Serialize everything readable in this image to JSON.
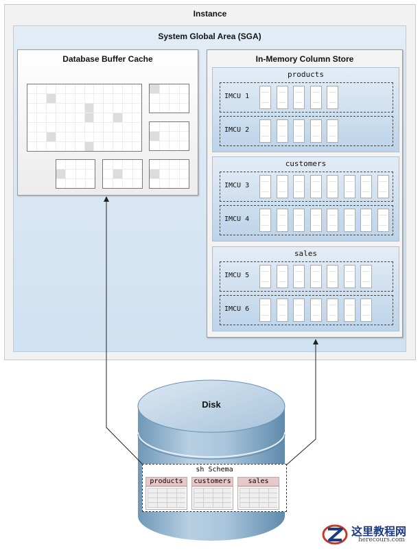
{
  "instance": {
    "title": "Instance"
  },
  "sga": {
    "title": "System Global Area (SGA)"
  },
  "buffer_cache": {
    "title": "Database Buffer Cache"
  },
  "column_store": {
    "title": "In-Memory Column Store",
    "tables": [
      {
        "name": "products",
        "imcus": [
          {
            "label": "IMCU 1",
            "columns": 5
          },
          {
            "label": "IMCU 2",
            "columns": 5
          }
        ]
      },
      {
        "name": "customers",
        "imcus": [
          {
            "label": "IMCU 3",
            "columns": 8
          },
          {
            "label": "IMCU 4",
            "columns": 8
          }
        ]
      },
      {
        "name": "sales",
        "imcus": [
          {
            "label": "IMCU 5",
            "columns": 7
          },
          {
            "label": "IMCU 6",
            "columns": 7
          }
        ]
      }
    ]
  },
  "disk": {
    "title": "Disk",
    "schema": {
      "title": "sh Schema",
      "tables": [
        "products",
        "customers",
        "sales"
      ]
    }
  },
  "watermark": {
    "title": "这里教程网",
    "url": "herecours.com"
  },
  "colors": {
    "sga_fill": "#d6e4f2",
    "table_box": "#cfdff0",
    "schema_header": "#e8c8c8",
    "disk_blue": "#8fb4cf"
  }
}
